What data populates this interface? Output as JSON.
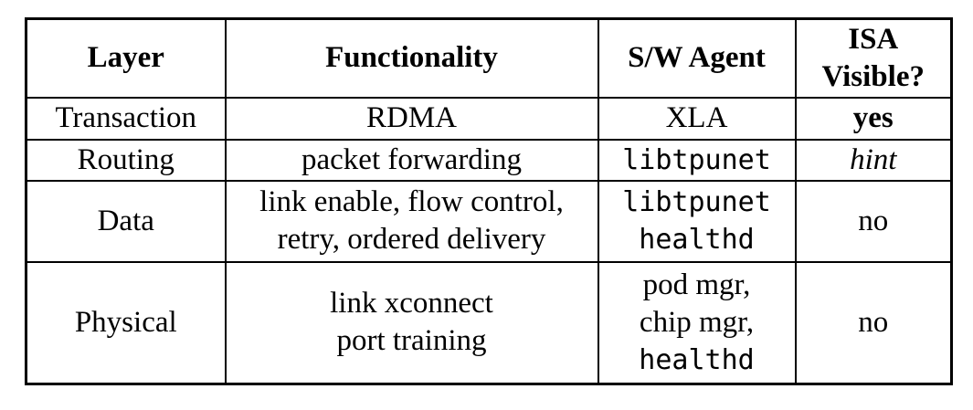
{
  "colors": {
    "background": "#ffffff",
    "border": "#000000",
    "text": "#000000"
  },
  "table": {
    "header": {
      "layer": "Layer",
      "functionality": "Functionality",
      "agent": "S/W Agent",
      "isa_line1": "ISA",
      "isa_line2": "Visible?"
    },
    "rows": [
      {
        "layer": "Transaction",
        "functionality": [
          "RDMA"
        ],
        "agent_lines": [
          {
            "text": "XLA"
          }
        ],
        "isa": "yes"
      },
      {
        "layer": "Routing",
        "functionality": [
          "packet forwarding"
        ],
        "agent_lines": [
          {
            "text": "libtpunet"
          }
        ],
        "isa": "hint"
      },
      {
        "layer": "Data",
        "functionality": [
          "link enable, flow control,",
          "retry, ordered delivery"
        ],
        "agent_lines": [
          {
            "text": "libtpunet"
          },
          {
            "text": "healthd"
          }
        ],
        "isa": "no"
      },
      {
        "layer": "Physical",
        "functionality": [
          "link xconnect",
          "port training"
        ],
        "agent_lines": [
          {
            "text": "pod mgr,"
          },
          {
            "text": "chip mgr,"
          },
          {
            "text": "healthd"
          }
        ],
        "isa": "no"
      }
    ]
  }
}
